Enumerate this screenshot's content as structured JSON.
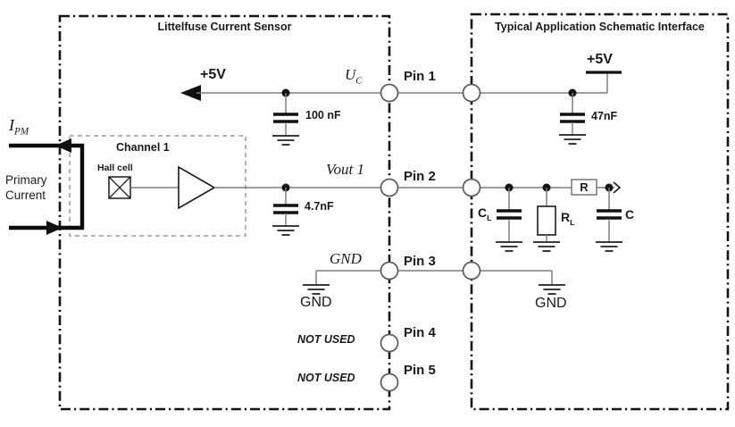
{
  "titles": {
    "sensor": "Littelfuse Current Sensor",
    "application": "Typical Application Schematic Interface"
  },
  "sensor": {
    "supply_label": "+5V",
    "supply_cap_value": "100 nF",
    "uc_main": "U",
    "uc_sub": "C",
    "channel_label": "Channel 1",
    "hall_cell_label": "Hall cell",
    "vout_label": "Vout 1",
    "vout_cap_value": "4.7nF",
    "gnd_net_label": "GND",
    "gnd_label": "GND"
  },
  "primary": {
    "symbol_main": "I",
    "symbol_sub": "PM",
    "label_line1": "Primary",
    "label_line2": "Current"
  },
  "pins": [
    {
      "label": "Pin 1"
    },
    {
      "label": "Pin 2"
    },
    {
      "label": "Pin 3"
    },
    {
      "label": "Pin 4",
      "note": "NOT USED"
    },
    {
      "label": "Pin 5",
      "note": "NOT USED"
    }
  ],
  "application": {
    "supply_label": "+5V",
    "supply_cap_value": "47nF",
    "load_cap_main": "C",
    "load_cap_sub": "L",
    "load_res_main": "R",
    "load_res_sub": "L",
    "series_res_label": "R",
    "filter_cap_label": "C",
    "gnd_label": "GND"
  },
  "colors": {
    "wire": "#7d7d7d",
    "symbol": "#111111",
    "text": "#1a1a1a"
  }
}
